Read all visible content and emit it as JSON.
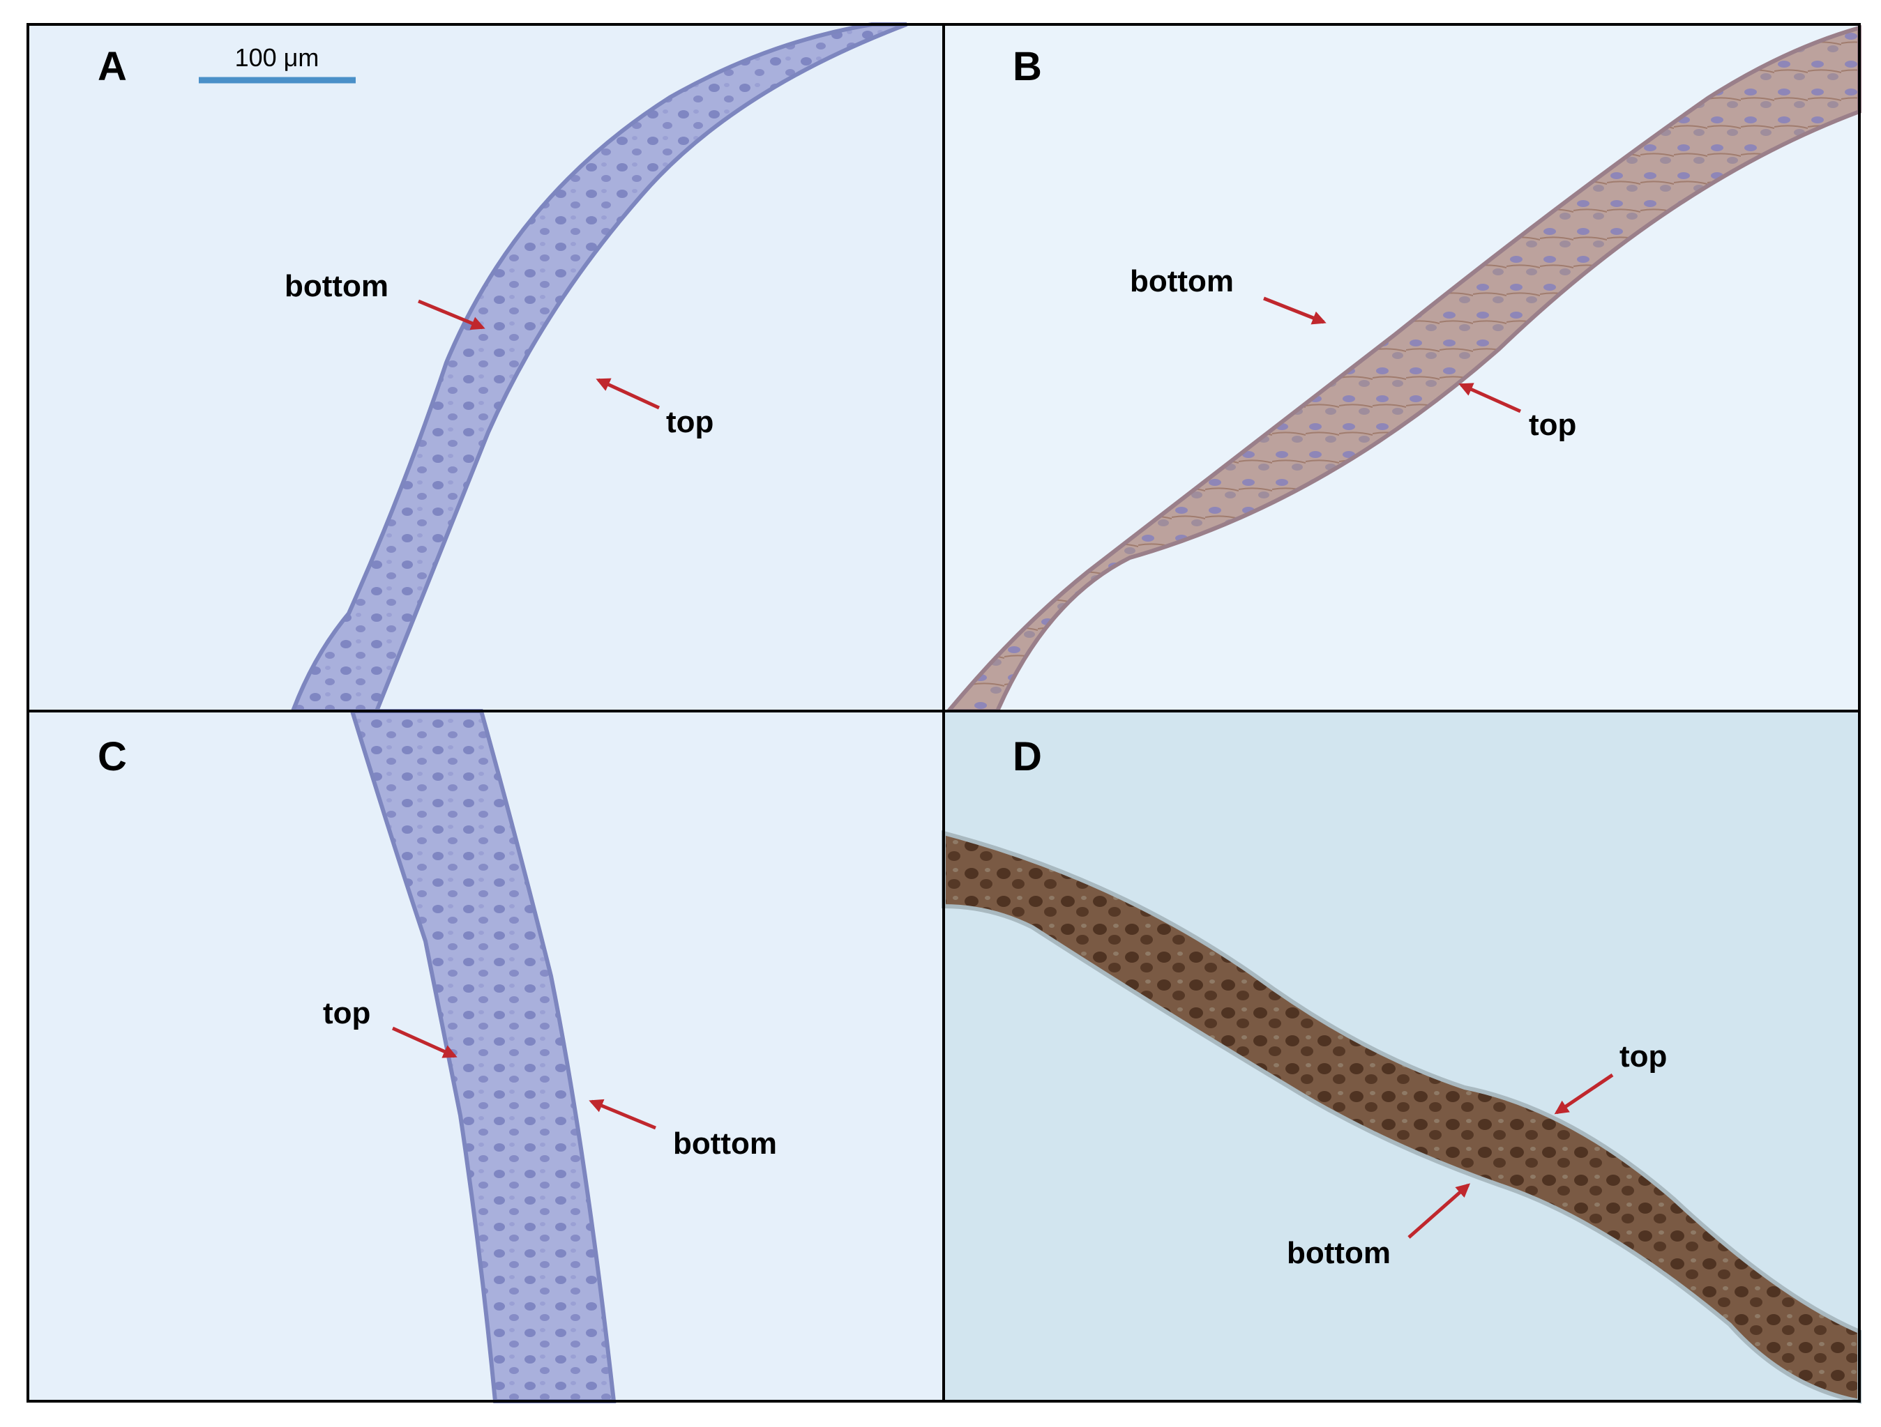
{
  "colors": {
    "background_light": "#e8f2fb",
    "background_d": "#cfe3ee",
    "tissue_blue": "#a9b4de",
    "tissue_purple": "#8f8fc9",
    "tissue_brown_b": "#b99a93",
    "tissue_brown_d": "#6b4a35",
    "arrow": "#c0272d",
    "scale_bar": "#4a90c8",
    "frame": "#000000"
  },
  "scale_bar": {
    "label": "100 μm"
  },
  "panels": [
    {
      "label": "A",
      "annotations": [
        {
          "text": "bottom",
          "icon": "red-arrow"
        },
        {
          "text": "top",
          "icon": "red-arrow"
        }
      ]
    },
    {
      "label": "B",
      "annotations": [
        {
          "text": "bottom",
          "icon": "red-arrow"
        },
        {
          "text": "top",
          "icon": "red-arrow"
        }
      ]
    },
    {
      "label": "C",
      "annotations": [
        {
          "text": "top",
          "icon": "red-arrow"
        },
        {
          "text": "bottom",
          "icon": "red-arrow"
        }
      ]
    },
    {
      "label": "D",
      "annotations": [
        {
          "text": "top",
          "icon": "red-arrow"
        },
        {
          "text": "bottom",
          "icon": "red-arrow"
        }
      ]
    }
  ]
}
